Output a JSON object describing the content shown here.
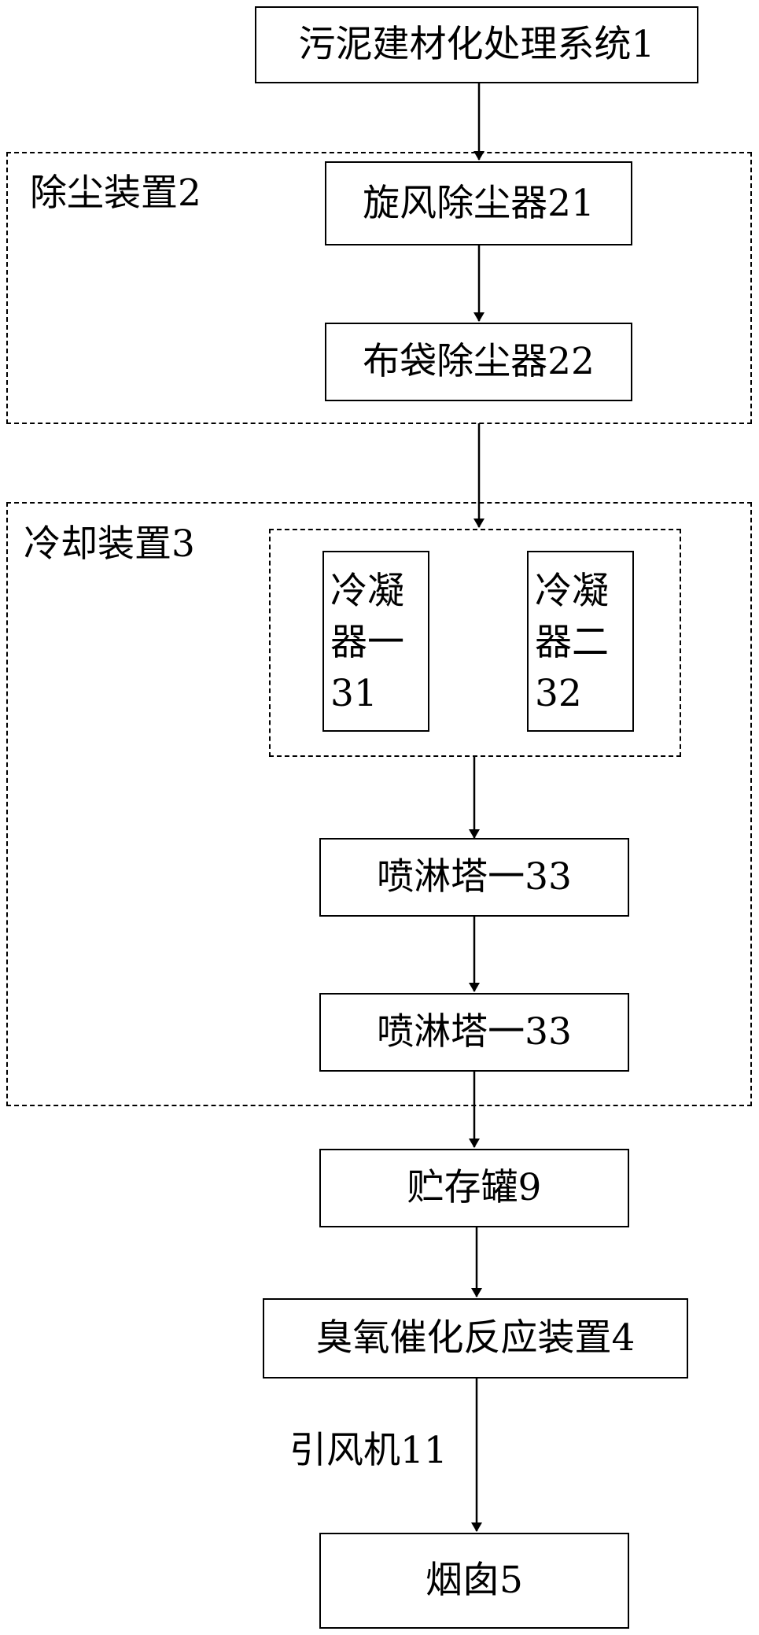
{
  "title_box": "污泥建材化处理系统1",
  "dust": {
    "label": "除尘装置2",
    "cyclone": "旋风除尘器21",
    "bag": "布袋除尘器22"
  },
  "cooling": {
    "label": "冷却装置3",
    "condenser1": {
      "line1": "冷凝",
      "line2": "器一",
      "line3": "31"
    },
    "condenser2": {
      "line1": "冷凝",
      "line2": "器二",
      "line3": "32"
    },
    "spray1": "喷淋塔一33",
    "spray2": "喷淋塔一33"
  },
  "storage": "贮存罐9",
  "ozone": "臭氧催化反应装置4",
  "fan_label": "引风机11",
  "chimney": "烟囱5"
}
